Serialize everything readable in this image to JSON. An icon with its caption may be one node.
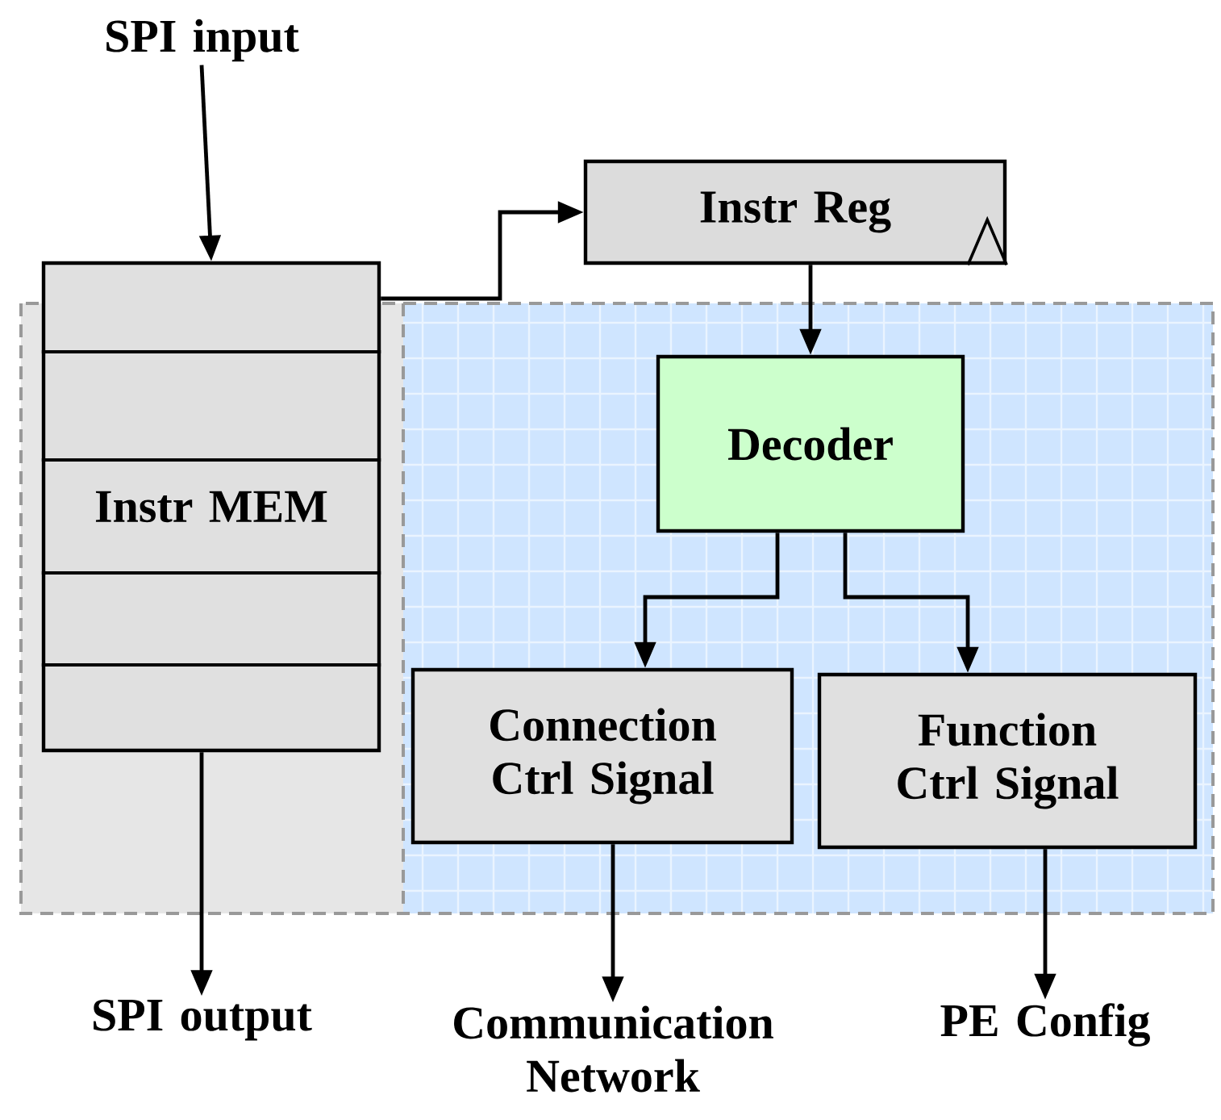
{
  "diagram": {
    "nodes": [
      {
        "text": [
          "SPI input"
        ]
      },
      {
        "text": [
          "Instr MEM"
        ]
      },
      {
        "text": [
          "Instr Reg"
        ]
      },
      {
        "text": [
          "Decoder"
        ]
      },
      {
        "text": [
          "Connection Ctrl Signal"
        ]
      },
      {
        "text": [
          "Function Ctrl Signal"
        ]
      },
      {
        "text": [
          "SPI output"
        ]
      },
      {
        "text": [
          "Communication Network"
        ]
      },
      {
        "text": [
          "PE Config"
        ]
      }
    ],
    "edges": [
      {
        "from": 0,
        "to": 1,
        "arrow": "to"
      },
      {
        "from": 1,
        "to": 2,
        "arrow": "to"
      },
      {
        "from": 2,
        "to": 3,
        "arrow": "to"
      },
      {
        "from": 3,
        "to": 4,
        "arrow": "to"
      },
      {
        "from": 3,
        "to": 5,
        "arrow": "to"
      },
      {
        "from": 1,
        "to": 6,
        "arrow": "to"
      },
      {
        "from": 4,
        "to": 7,
        "arrow": "to"
      },
      {
        "from": 5,
        "to": 8,
        "arrow": "to"
      }
    ]
  }
}
